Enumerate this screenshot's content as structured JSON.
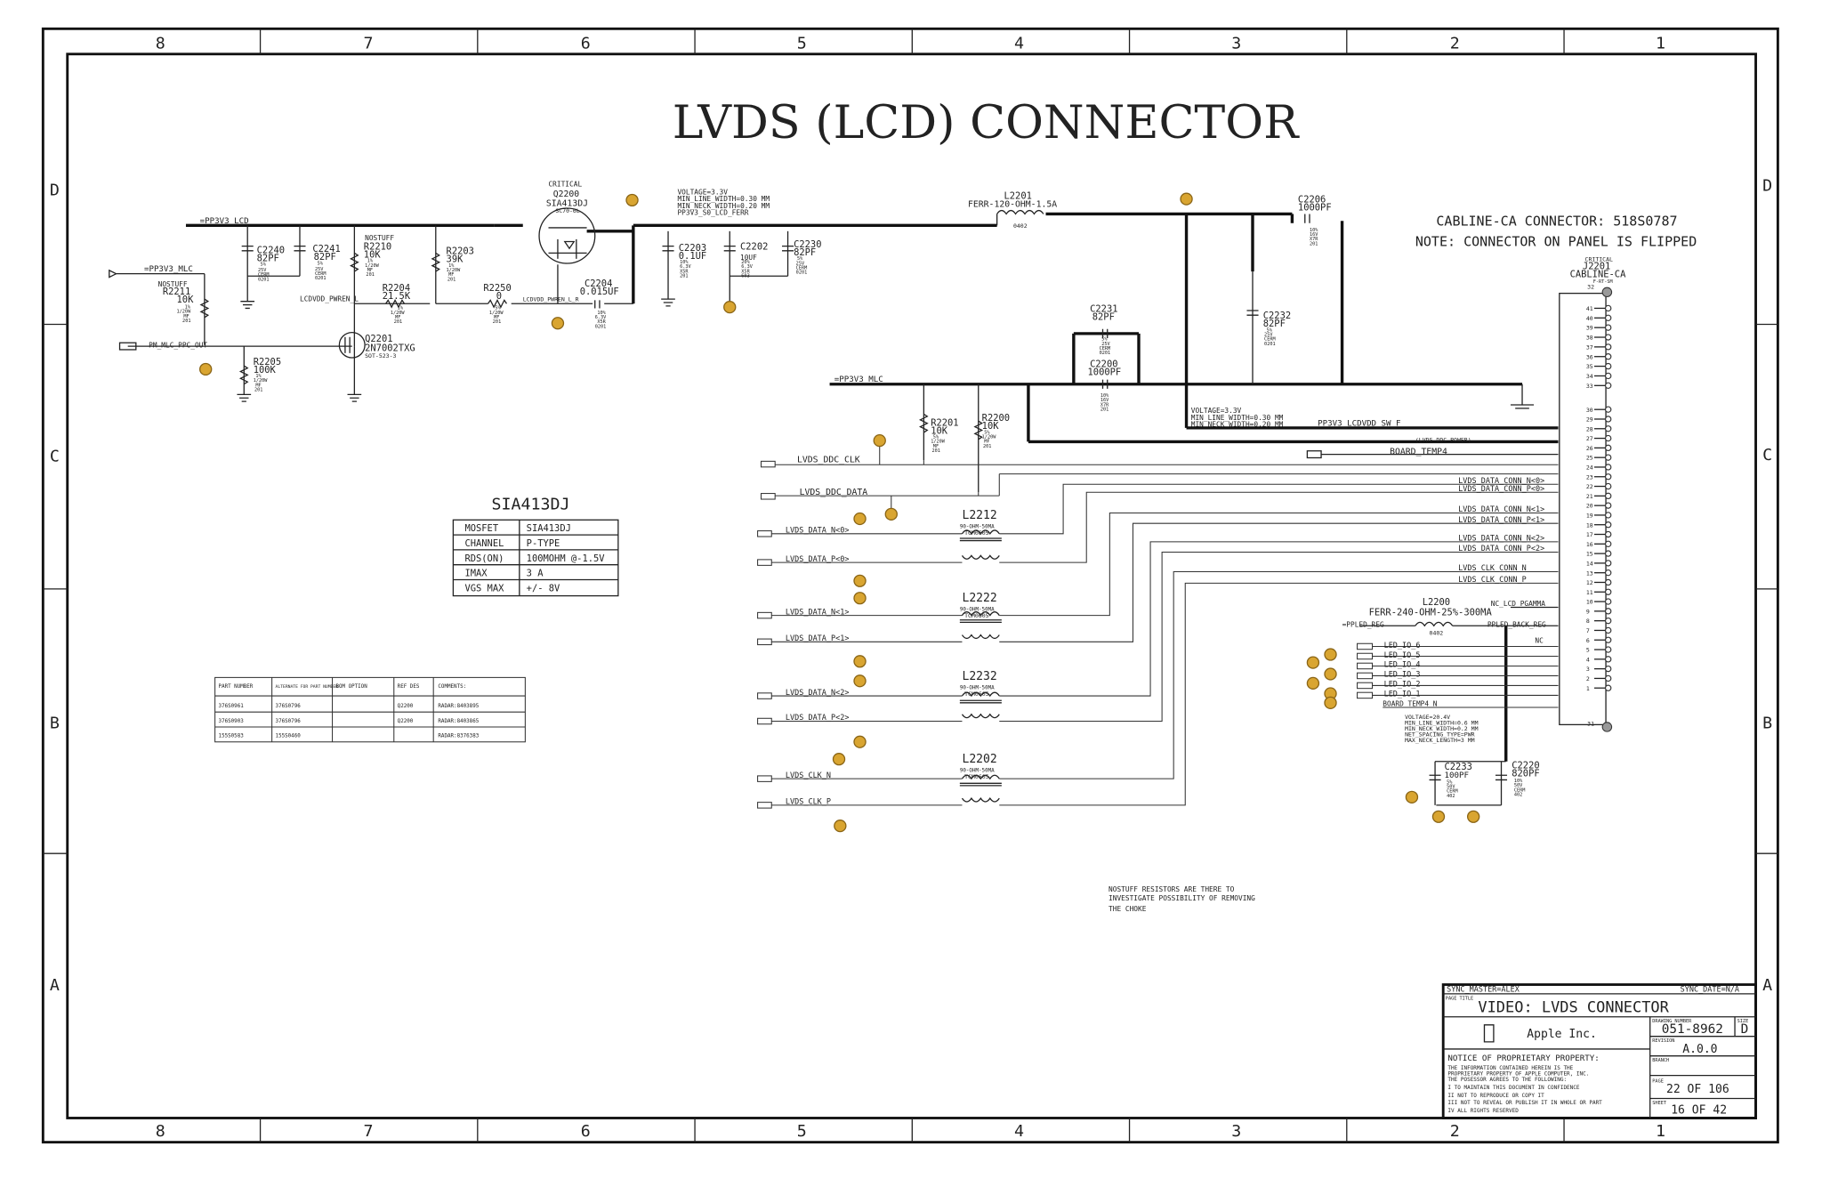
{
  "frame": {
    "columns": [
      "8",
      "7",
      "6",
      "5",
      "4",
      "3",
      "2",
      "1"
    ],
    "rows": [
      "D",
      "C",
      "B",
      "A"
    ]
  },
  "title": "LVDS (LCD) CONNECTOR",
  "notes": {
    "cabline": "CABLINE-CA CONNECTOR: 518S0787",
    "flipped": "NOTE: CONNECTOR ON PANEL IS FLIPPED",
    "nostuff": [
      "NOSTUFF RESISTORS ARE THERE TO",
      "INVESTIGATE POSSIBILITY OF REMOVING",
      "THE CHOKE"
    ],
    "voltage_top": [
      "VOLTAGE=3.3V",
      "MIN_LINE_WIDTH=0.30 MM",
      "MIN_NECK_WIDTH=0.20 MM"
    ],
    "voltage_mid": [
      "VOLTAGE=3.3V",
      "MIN_LINE_WIDTH=0.30 MM",
      "MIN_NECK_WIDTH=0.20 MM"
    ],
    "voltage_bl": [
      "VOLTAGE=20.4V",
      "MIN_LINE_WIDTH=0.6 MM",
      "MIN_NECK_WIDTH=0.2 MM",
      "NET_SPACING_TYPE=PWR",
      "MAX_NECK_LENGTH=3 MM"
    ]
  },
  "nets": {
    "pp3v3_lcd": "=PP3V3_LCD",
    "pp3v3_mlc_1": "=PP3V3_MLC",
    "pp3v3_mlc_2": "=PP3V3_MLC",
    "pm_mlc": "PM_MLC_PPC_OUT",
    "lcdvdd_pwren": "LCDVDD_PWREN_L",
    "lcdvdd_pwren2": "LCDVDD_PWREN_L_R",
    "pp3v3_s0": "PP3V3_S0_LCD_FERR",
    "pp3v3_lcdvdd": "PP3V3_LCDVDD_SW_F",
    "lvds_ddc_power": "(LVDS_DDC_POWER)",
    "board_temp4": "BOARD_TEMP4",
    "board_temp4_n": "BOARD_TEMP4_N",
    "nc_pgamma": "NC_LCD_PGAMMA",
    "ppled_reg": "=PPLED_REG",
    "ppled_back": "PPLED_BACK_REG",
    "nc": "NC",
    "inputs": [
      "LVDS_DDC_CLK",
      "LVDS_DDC_DATA",
      "LVDS_DATA_N<0>",
      "LVDS_DATA_P<0>",
      "LVDS_DATA_N<1>",
      "LVDS_DATA_P<1>",
      "LVDS_DATA_N<2>",
      "LVDS_DATA_P<2>",
      "LVDS_CLK_N",
      "LVDS_CLK_P"
    ],
    "conn_signals": [
      "LVDS_DATA_CONN_N<0>",
      "LVDS_DATA_CONN_P<0>",
      "LVDS_DATA_CONN_N<1>",
      "LVDS_DATA_CONN_P<1>",
      "LVDS_DATA_CONN_N<2>",
      "LVDS_DATA_CONN_P<2>",
      "LVDS_CLK_CONN_N",
      "LVDS_CLK_CONN_P"
    ],
    "led_io": [
      "LED_IO_6",
      "LED_IO_5",
      "LED_IO_4",
      "LED_IO_3",
      "LED_IO_2",
      "LED_IO_1"
    ]
  },
  "components": {
    "q2200": {
      "crit": "CRITICAL",
      "ref": "Q2200",
      "part": "SIA413DJ",
      "pkg": "SC70-6L"
    },
    "q2201": {
      "ref": "Q2201",
      "part": "2N7002TXG",
      "pkg": "SOT-523-3"
    },
    "r2210": {
      "opt": "NOSTUFF",
      "ref": "R2210",
      "val": "10K",
      "spec": [
        "1%",
        "1/20W",
        "MF",
        "201"
      ]
    },
    "r2211": {
      "opt": "NOSTUFF",
      "ref": "R2211",
      "val": "10K",
      "spec": [
        "1%",
        "1/20W",
        "MF",
        "201"
      ]
    },
    "r2203": {
      "ref": "R2203",
      "val": "39K",
      "spec": [
        "1%",
        "1/20W",
        "MF",
        "201"
      ]
    },
    "r2204": {
      "ref": "R2204",
      "val": "21.5K",
      "spec": [
        "1%",
        "1/20W",
        "MF",
        "201"
      ]
    },
    "r2250": {
      "ref": "R2250",
      "val": "0",
      "spec": [
        "5%",
        "1/20W",
        "MF",
        "201"
      ]
    },
    "r2205": {
      "ref": "R2205",
      "val": "100K",
      "spec": [
        "1%",
        "1/20W",
        "MF",
        "201"
      ]
    },
    "r2201": {
      "ref": "R2201",
      "val": "10K",
      "spec": [
        "5%",
        "1/20W",
        "MF",
        "201"
      ]
    },
    "r2200": {
      "ref": "R2200",
      "val": "10K",
      "spec": [
        "5%",
        "1/20W",
        "MF",
        "201"
      ]
    },
    "c2240": {
      "ref": "C2240",
      "val": "82PF",
      "spec": [
        "5%",
        "25V",
        "CERM",
        "0201"
      ]
    },
    "c2241": {
      "ref": "C2241",
      "val": "82PF",
      "spec": [
        "5%",
        "25V",
        "CERM",
        "0201"
      ]
    },
    "c2203": {
      "ref": "C2203",
      "val": "0.1UF",
      "spec": [
        "10%",
        "6.3V",
        "X5R",
        "201"
      ]
    },
    "c2202": {
      "ref": "C2202",
      "val": "10UF",
      "spec": [
        "20%",
        "6.3V",
        "X5R",
        "603"
      ]
    },
    "c2230": {
      "ref": "C2230",
      "val": "82PF",
      "spec": [
        "5%",
        "25V",
        "CERM",
        "0201"
      ]
    },
    "c2204": {
      "ref": "C2204",
      "val": "0.015UF",
      "spec": [
        "10%",
        "6.3V",
        "X5R",
        "0201"
      ]
    },
    "c2206": {
      "ref": "C2206",
      "val": "1000PF",
      "spec": [
        "10%",
        "16V",
        "X7R",
        "201"
      ]
    },
    "c2231": {
      "ref": "C2231",
      "val": "82PF",
      "spec": [
        "5%",
        "25V",
        "CERM",
        "0201"
      ]
    },
    "c2200": {
      "ref": "C2200",
      "val": "1000PF",
      "spec": [
        "10%",
        "16V",
        "X7R",
        "201"
      ]
    },
    "c2232": {
      "ref": "C2232",
      "val": "82PF",
      "spec": [
        "5%",
        "25V",
        "CERM",
        "0201"
      ]
    },
    "c2233": {
      "ref": "C2233",
      "val": "100PF",
      "spec": [
        "5%",
        "50V",
        "CERM",
        "402"
      ]
    },
    "c2220": {
      "ref": "C2220",
      "val": "820PF",
      "spec": [
        "10%",
        "50V",
        "CERM",
        "402"
      ]
    },
    "l2201": {
      "ref": "L2201",
      "val": "FERR-120-OHM-1.5A",
      "pkg": "0402"
    },
    "l2200": {
      "ref": "L2200",
      "val": "FERR-240-OHM-25%-300MA",
      "pkg": "0402"
    },
    "l2212": {
      "ref": "L2212",
      "val": "90-OHM-50MA",
      "pkg": "TCM0605"
    },
    "l2222": {
      "ref": "L2222",
      "val": "90-OHM-50MA",
      "pkg": "TCM0605"
    },
    "l2232": {
      "ref": "L2232",
      "val": "90-OHM-50MA",
      "pkg": "TCM0605"
    },
    "l2202": {
      "ref": "L2202",
      "val": "90-OHM-50MA",
      "pkg": "TCM0605"
    },
    "j2201": {
      "crit": "CRITICAL",
      "ref": "J2201",
      "part": "CABLINE-CA",
      "pkg": "F-RT-SM"
    }
  },
  "connector_pins": [
    "41",
    "40",
    "39",
    "38",
    "37",
    "36",
    "35",
    "34",
    "33",
    "30",
    "29",
    "28",
    "27",
    "26",
    "25",
    "24",
    "23",
    "22",
    "21",
    "20",
    "19",
    "18",
    "17",
    "16",
    "15",
    "14",
    "13",
    "12",
    "11",
    "10",
    "9",
    "8",
    "7",
    "6",
    "5",
    "4",
    "3",
    "2",
    "1"
  ],
  "spec_table": {
    "title": "SIA413DJ",
    "rows": [
      [
        "MOSFET",
        "SIA413DJ"
      ],
      [
        "CHANNEL",
        "P-TYPE"
      ],
      [
        "RDS(ON)",
        "100MOHM @-1.5V"
      ],
      [
        "IMAX",
        "3 A"
      ],
      [
        "VGS MAX",
        "+/- 8V"
      ]
    ]
  },
  "bom_table": {
    "headers": [
      "PART NUMBER",
      "ALTERNATE FOR PART NUMBER",
      "BOM OPTION",
      "REF DES",
      "COMMENTS:"
    ],
    "rows": [
      [
        "376S0961",
        "376S0796",
        "",
        "Q2200",
        "RADAR:8403895"
      ],
      [
        "376S0903",
        "376S0796",
        "",
        "Q2200",
        "RADAR:8403865"
      ],
      [
        "155S0583",
        "155S0460",
        "",
        "",
        "RADAR:8376383"
      ]
    ]
  },
  "title_block": {
    "sync_master": "SYNC_MASTER=ALEX",
    "sync_date": "SYNC_DATE=N/A",
    "page_title_label": "PAGE TITLE",
    "page_title": "VIDEO: LVDS CONNECTOR",
    "company": "Apple Inc.",
    "drawing_number_label": "DRAWING NUMBER",
    "drawing_number": "051-8962",
    "size_label": "SIZE",
    "size": "D",
    "revision_label": "REVISION",
    "revision": "A.0.0",
    "branch_label": "BRANCH",
    "page_label": "PAGE",
    "page": "22 OF 106",
    "sheet_label": "SHEET",
    "sheet": "16 OF 42",
    "notice_title": "NOTICE OF PROPRIETARY PROPERTY:",
    "notice": [
      "THE INFORMATION CONTAINED HEREIN IS THE",
      "PROPRIETARY PROPERTY OF APPLE COMPUTER, INC.",
      "THE POSESSOR AGREES TO THE FOLLOWING:",
      "I TO MAINTAIN THIS DOCUMENT IN CONFIDENCE",
      "II NOT TO REPRODUCE OR COPY IT",
      "III NOT TO REVEAL OR PUBLISH IT IN WHOLE OR PART",
      "IV ALL RIGHTS RESERVED"
    ]
  },
  "colors": {
    "ink": "#222222",
    "test_point": "#d9a531",
    "paper": "#ffffff"
  }
}
